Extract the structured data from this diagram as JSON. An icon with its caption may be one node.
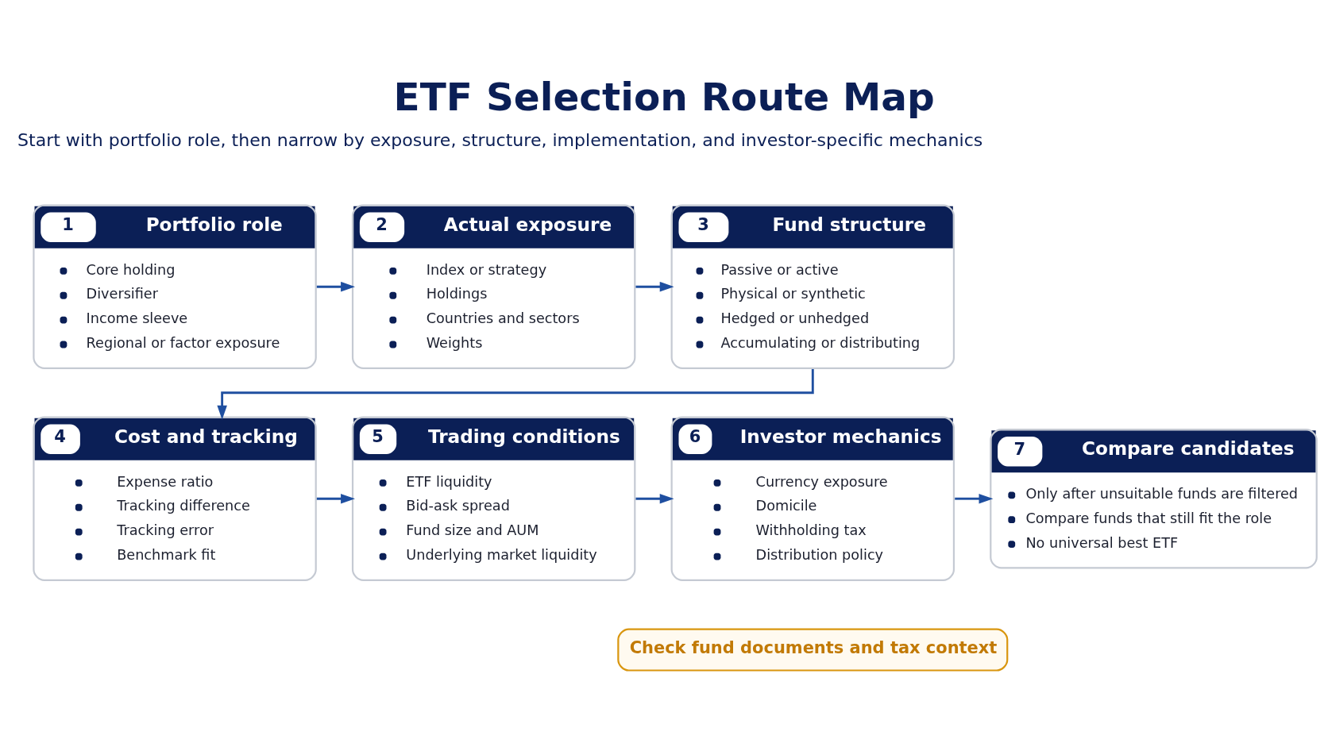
{
  "diagram": {
    "title": "ETF Selection Route Map",
    "nodes": [
      {
        "text": [
          "1",
          "Portfolio role",
          "Core holding",
          "Diversifier",
          "Income sleeve",
          "Regional or factor exposure"
        ]
      },
      {
        "text": [
          "2",
          "Actual exposure",
          "Index or strategy",
          "Holdings",
          "Countries and sectors",
          "Weights"
        ]
      },
      {
        "text": [
          "3",
          "Fund structure",
          "Passive or active",
          "Physical or synthetic",
          "Hedged or unhedged",
          "Accumulating or distributing"
        ]
      },
      {
        "text": [
          "4",
          "Cost and tracking",
          "Expense ratio",
          "Tracking difference",
          "Tracking error",
          "Benchmark fit"
        ]
      },
      {
        "text": [
          "5",
          "Trading conditions",
          "ETF liquidity",
          "Bid-ask spread",
          "Fund size and AUM",
          "Underlying market liquidity"
        ]
      },
      {
        "text": [
          "6",
          "Investor mechanics",
          "Currency exposure",
          "Domicile",
          "Withholding tax",
          "Distribution policy"
        ]
      },
      {
        "text": [
          "7",
          "Compare candidates",
          "Only after unsuitable funds are filtered",
          "Compare funds that still fit the role",
          "No universal best ETF"
        ]
      },
      {
        "text": [
          "Check fund documents and tax context"
        ]
      }
    ],
    "edges": [
      {
        "from": 0,
        "to": 1,
        "arrow": "to"
      },
      {
        "from": 1,
        "to": 2,
        "arrow": "to"
      },
      {
        "from": 2,
        "to": 3,
        "arrow": "to"
      },
      {
        "from": 3,
        "to": 4,
        "arrow": "to"
      },
      {
        "from": 4,
        "to": 5,
        "arrow": "to"
      },
      {
        "from": 5,
        "to": 6,
        "arrow": "to"
      }
    ],
    "labels": [
      "Start with portfolio role, then narrow by exposure, structure, implementation, and investor-specific mechanics"
    ]
  }
}
